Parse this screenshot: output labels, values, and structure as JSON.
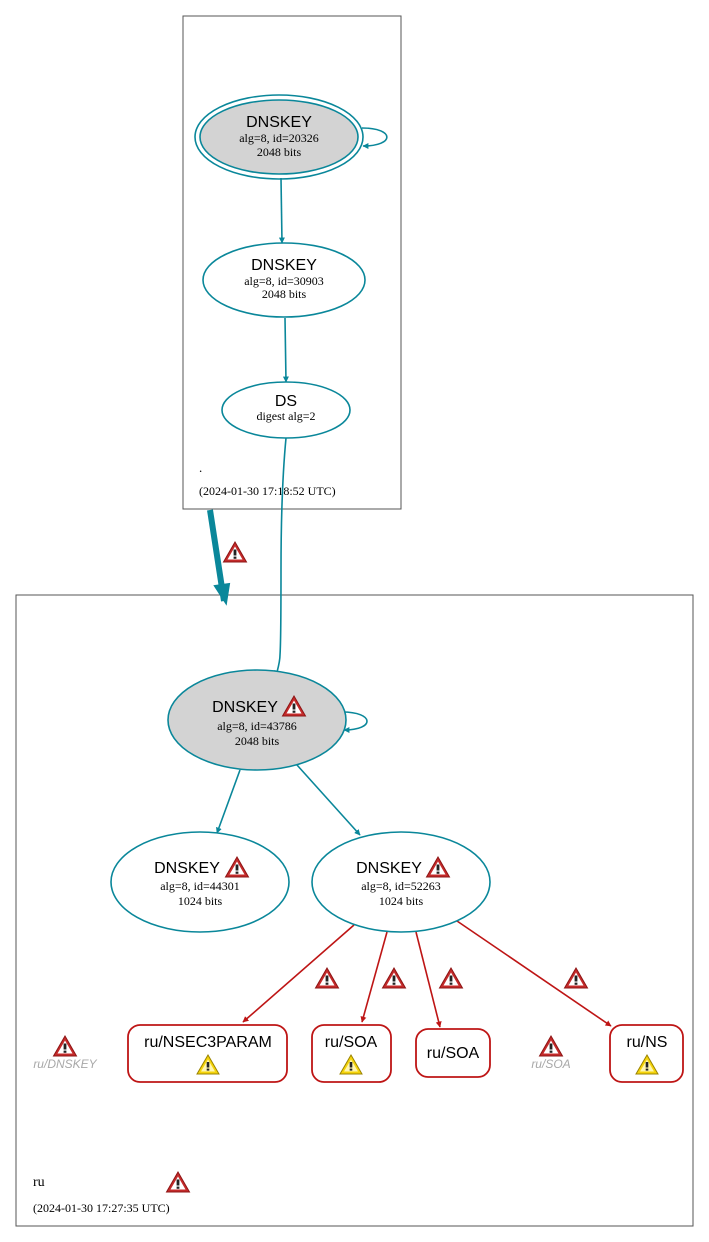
{
  "zones": {
    "root": {
      "name": ".",
      "timestamp": "(2024-01-30 17:18:52 UTC)"
    },
    "ru": {
      "name": "ru",
      "timestamp": "(2024-01-30 17:27:35 UTC)"
    }
  },
  "nodes": {
    "root_ksk": {
      "title": "DNSKEY",
      "line1": "alg=8, id=20326",
      "line2": "2048 bits"
    },
    "root_zsk": {
      "title": "DNSKEY",
      "line1": "alg=8, id=30903",
      "line2": "2048 bits"
    },
    "root_ds": {
      "title": "DS",
      "line1": "digest alg=2"
    },
    "ru_ksk": {
      "title": "DNSKEY",
      "line1": "alg=8, id=43786",
      "line2": "2048 bits"
    },
    "ru_zsk1": {
      "title": "DNSKEY",
      "line1": "alg=8, id=44301",
      "line2": "1024 bits"
    },
    "ru_zsk2": {
      "title": "DNSKEY",
      "line1": "alg=8, id=52263",
      "line2": "1024 bits"
    }
  },
  "rrsets": {
    "nsec3param": "ru/NSEC3PARAM",
    "soa1": "ru/SOA",
    "soa2": "ru/SOA",
    "ns": "ru/NS"
  },
  "ghosts": {
    "dnskey": "ru/DNSKEY",
    "soa": "ru/SOA"
  },
  "colors": {
    "secure": "#0a879a",
    "bogus": "#be1515",
    "ksk_fill": "#d3d3d3",
    "ghost_text": "#a8a8a8"
  }
}
